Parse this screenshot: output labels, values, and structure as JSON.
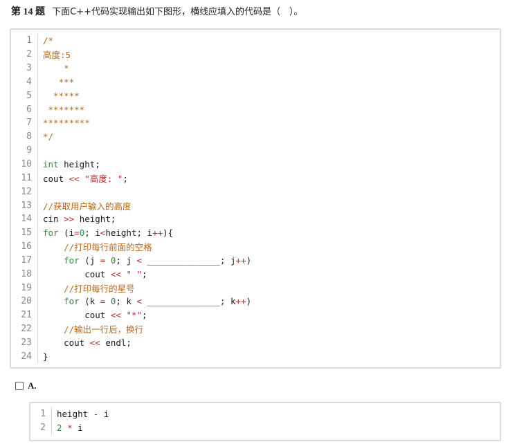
{
  "question": {
    "number": "第 14 题",
    "text": "下面C++代码实现输出如下图形，横线应填入的代码是（　）。"
  },
  "main_code": {
    "lines": [
      {
        "n": "1",
        "tokens": [
          {
            "t": "/*",
            "c": "comment"
          }
        ]
      },
      {
        "n": "2",
        "tokens": [
          {
            "t": "高度:5",
            "c": "comment"
          }
        ]
      },
      {
        "n": "3",
        "tokens": [
          {
            "t": "    *",
            "c": "comment"
          }
        ]
      },
      {
        "n": "4",
        "tokens": [
          {
            "t": "   ***",
            "c": "comment"
          }
        ]
      },
      {
        "n": "5",
        "tokens": [
          {
            "t": "  *****",
            "c": "comment"
          }
        ]
      },
      {
        "n": "6",
        "tokens": [
          {
            "t": " *******",
            "c": "comment"
          }
        ]
      },
      {
        "n": "7",
        "tokens": [
          {
            "t": "*********",
            "c": "comment"
          }
        ]
      },
      {
        "n": "8",
        "tokens": [
          {
            "t": "*/",
            "c": "comment"
          }
        ]
      },
      {
        "n": "9",
        "tokens": []
      },
      {
        "n": "10",
        "tokens": [
          {
            "t": "int",
            "c": "keyword"
          },
          {
            "t": " height;",
            "c": "plain"
          }
        ]
      },
      {
        "n": "11",
        "tokens": [
          {
            "t": "cout ",
            "c": "plain"
          },
          {
            "t": "<<",
            "c": "op"
          },
          {
            "t": " ",
            "c": "plain"
          },
          {
            "t": "\"高度: \"",
            "c": "string"
          },
          {
            "t": ";",
            "c": "plain"
          }
        ]
      },
      {
        "n": "12",
        "tokens": []
      },
      {
        "n": "13",
        "tokens": [
          {
            "t": "//获取用户输入的高度",
            "c": "comment"
          }
        ]
      },
      {
        "n": "14",
        "tokens": [
          {
            "t": "cin ",
            "c": "plain"
          },
          {
            "t": ">>",
            "c": "op"
          },
          {
            "t": " height;",
            "c": "plain"
          }
        ]
      },
      {
        "n": "15",
        "tokens": [
          {
            "t": "for",
            "c": "keyword"
          },
          {
            "t": " (i",
            "c": "plain"
          },
          {
            "t": "=",
            "c": "op"
          },
          {
            "t": "0",
            "c": "number"
          },
          {
            "t": "; i",
            "c": "plain"
          },
          {
            "t": "<",
            "c": "op"
          },
          {
            "t": "height; i",
            "c": "plain"
          },
          {
            "t": "++",
            "c": "op"
          },
          {
            "t": "){",
            "c": "plain"
          }
        ]
      },
      {
        "n": "16",
        "tokens": [
          {
            "t": "    ",
            "c": "plain"
          },
          {
            "t": "//打印每行前面的空格",
            "c": "comment"
          }
        ]
      },
      {
        "n": "17",
        "tokens": [
          {
            "t": "    ",
            "c": "plain"
          },
          {
            "t": "for",
            "c": "keyword"
          },
          {
            "t": " (j ",
            "c": "plain"
          },
          {
            "t": "=",
            "c": "op"
          },
          {
            "t": " ",
            "c": "plain"
          },
          {
            "t": "0",
            "c": "number"
          },
          {
            "t": "; j ",
            "c": "plain"
          },
          {
            "t": "<",
            "c": "op"
          },
          {
            "t": " ______________; j",
            "c": "plain"
          },
          {
            "t": "++",
            "c": "op"
          },
          {
            "t": ")",
            "c": "plain"
          }
        ]
      },
      {
        "n": "18",
        "tokens": [
          {
            "t": "        cout ",
            "c": "plain"
          },
          {
            "t": "<<",
            "c": "op"
          },
          {
            "t": " ",
            "c": "plain"
          },
          {
            "t": "\" \"",
            "c": "string"
          },
          {
            "t": ";",
            "c": "plain"
          }
        ]
      },
      {
        "n": "19",
        "tokens": [
          {
            "t": "    ",
            "c": "plain"
          },
          {
            "t": "//打印每行的星号",
            "c": "comment"
          }
        ]
      },
      {
        "n": "20",
        "tokens": [
          {
            "t": "    ",
            "c": "plain"
          },
          {
            "t": "for",
            "c": "keyword"
          },
          {
            "t": " (k ",
            "c": "plain"
          },
          {
            "t": "=",
            "c": "op"
          },
          {
            "t": " ",
            "c": "plain"
          },
          {
            "t": "0",
            "c": "number"
          },
          {
            "t": "; k ",
            "c": "plain"
          },
          {
            "t": "<",
            "c": "op"
          },
          {
            "t": " ______________; k",
            "c": "plain"
          },
          {
            "t": "++",
            "c": "op"
          },
          {
            "t": ")",
            "c": "plain"
          }
        ]
      },
      {
        "n": "21",
        "tokens": [
          {
            "t": "        cout ",
            "c": "plain"
          },
          {
            "t": "<<",
            "c": "op"
          },
          {
            "t": " ",
            "c": "plain"
          },
          {
            "t": "\"*\"",
            "c": "string"
          },
          {
            "t": ";",
            "c": "plain"
          }
        ]
      },
      {
        "n": "22",
        "tokens": [
          {
            "t": "    ",
            "c": "plain"
          },
          {
            "t": "//输出一行后，换行",
            "c": "comment"
          }
        ]
      },
      {
        "n": "23",
        "tokens": [
          {
            "t": "    cout ",
            "c": "plain"
          },
          {
            "t": "<<",
            "c": "op"
          },
          {
            "t": " endl;",
            "c": "plain"
          }
        ]
      },
      {
        "n": "24",
        "tokens": [
          {
            "t": "}",
            "c": "plain"
          }
        ]
      }
    ]
  },
  "options": [
    {
      "label": "A.",
      "checked": false,
      "lines": [
        {
          "n": "1",
          "tokens": [
            {
              "t": "height ",
              "c": "plain"
            },
            {
              "t": "-",
              "c": "op"
            },
            {
              "t": " i",
              "c": "plain"
            }
          ]
        },
        {
          "n": "2",
          "tokens": [
            {
              "t": "2",
              "c": "number"
            },
            {
              "t": " ",
              "c": "plain"
            },
            {
              "t": "*",
              "c": "op"
            },
            {
              "t": " i",
              "c": "plain"
            }
          ]
        }
      ]
    }
  ],
  "colors": {
    "comment": "#b5691c",
    "keyword": "#2f8f3f",
    "operator": "#b52a2a",
    "string": "#b52a2a",
    "number": "#2f8f3f",
    "border": "#dcdcdc"
  }
}
